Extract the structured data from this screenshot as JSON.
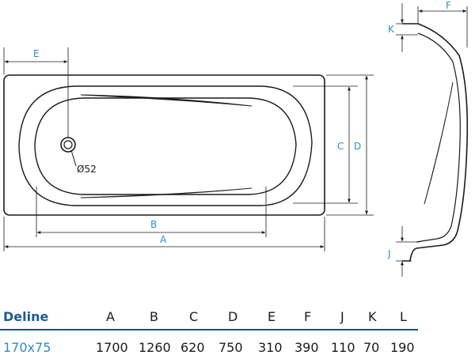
{
  "labels": {
    "A": "A",
    "B": "B",
    "C": "C",
    "D": "D",
    "E": "E",
    "F": "F",
    "J": "J",
    "K": "K",
    "drain": "Ø52"
  },
  "table": {
    "model": "Deline",
    "size": "170x75",
    "columns": [
      "A",
      "B",
      "C",
      "D",
      "E",
      "F",
      "J",
      "K",
      "L"
    ],
    "values": [
      "1700",
      "1260",
      "620",
      "750",
      "310",
      "390",
      "110",
      "70",
      "190"
    ]
  },
  "colors": {
    "dimension_text": "#2a8fc9",
    "model_text": "#1f5b8c",
    "outline": "#1a1a1a"
  }
}
